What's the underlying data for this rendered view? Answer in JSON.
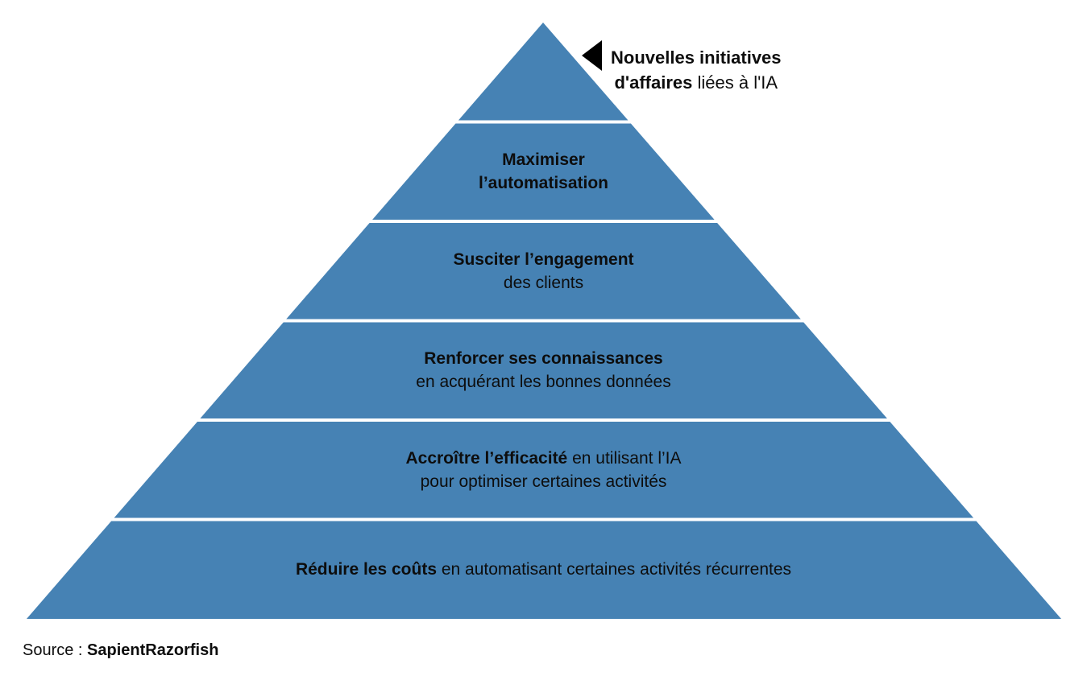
{
  "pyramid": {
    "color": "#4682B4",
    "divider_color": "#ffffff",
    "top_label": {
      "line1_bold": "Nouvelles initiatives",
      "line2_bold": "d'affaires",
      "line2_regular": " liées à l'IA"
    },
    "tiers": [
      {
        "line1_bold": "Maximiser",
        "line2_bold": "l’automatisation"
      },
      {
        "line1_bold": "Susciter l’engagement",
        "line2_regular": "des clients"
      },
      {
        "line1_bold": "Renforcer ses connaissances",
        "line2_regular": "en acquérant les bonnes données"
      },
      {
        "line1_bold": "Accroître l’efficacité",
        "line1_regular": " en utilisant l’IA",
        "line2_regular": "pour optimiser certaines activités"
      },
      {
        "line1_bold": "Réduire les coûts",
        "line1_regular": " en automatisant certaines activités récurrentes"
      }
    ]
  },
  "source": {
    "label": "Source : ",
    "name": "SapientRazorfish"
  }
}
